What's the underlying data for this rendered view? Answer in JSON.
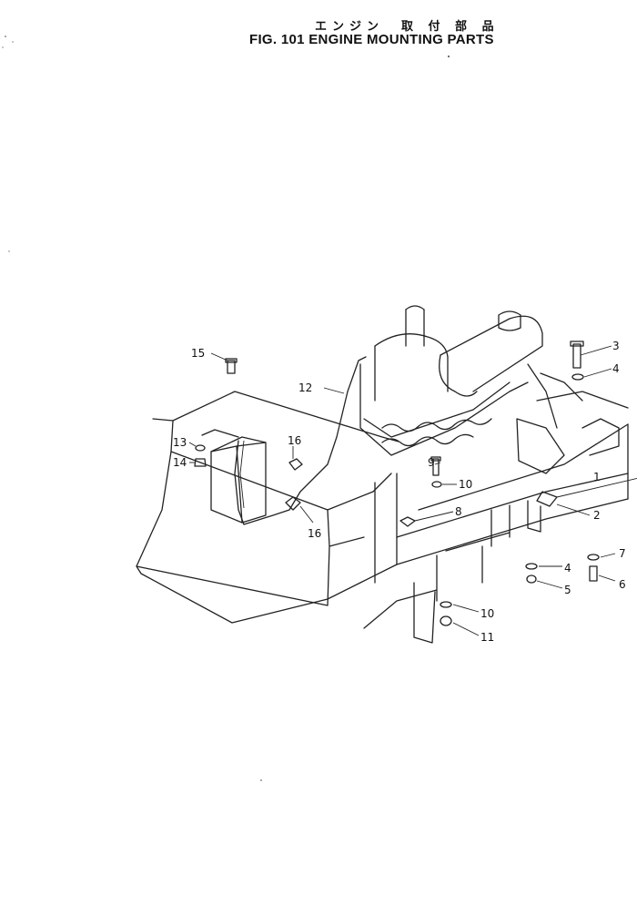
{
  "title": {
    "japanese": "エンジン　取 付 部 品",
    "english": "FIG. 101  ENGINE MOUNTING PARTS"
  },
  "callouts": [
    "1",
    "2",
    "3",
    "4",
    "4",
    "5",
    "6",
    "7",
    "8",
    "9",
    "10",
    "10",
    "11",
    "12",
    "13",
    "14",
    "15",
    "16",
    "16"
  ]
}
